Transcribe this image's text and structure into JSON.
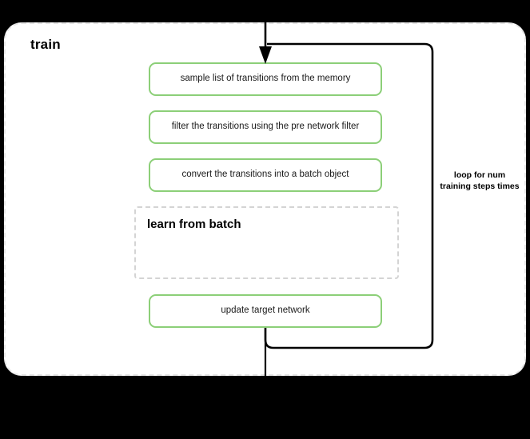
{
  "diagram": {
    "background_color": "#000000",
    "container": {
      "label": "train",
      "fill": "#ffffff",
      "border_color": "#e6e6e6",
      "border_style": "dashed"
    },
    "accent_color": "#8ccf78",
    "line_color": "#000000",
    "steps": [
      {
        "label": "sample list of transitions from the memory"
      },
      {
        "label": "filter the transitions using the pre network filter"
      },
      {
        "label": "convert the transitions into a batch object"
      },
      {
        "label": "update target network"
      }
    ],
    "subblock": {
      "label": "learn from batch",
      "border_color": "#d4d4d4",
      "border_style": "dashed"
    },
    "loop_annotation": "loop for num training steps times"
  }
}
